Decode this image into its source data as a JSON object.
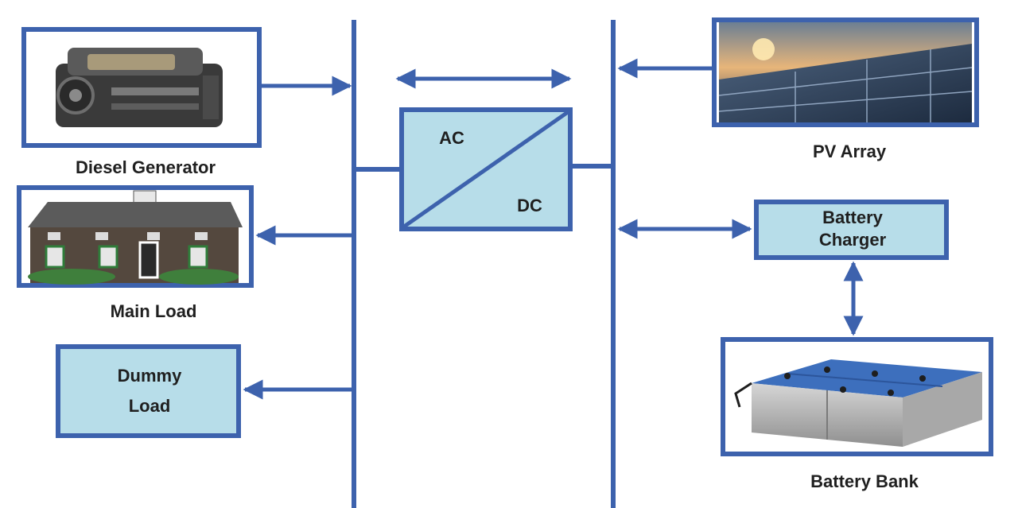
{
  "colors": {
    "line": "#3d62ad",
    "box_fill": "#b7dde9",
    "text": "#1f1f1f"
  },
  "components": {
    "diesel_generator": {
      "label": "Diesel Generator",
      "icon": "engine-icon"
    },
    "main_load": {
      "label": "Main Load",
      "icon": "house-icon"
    },
    "dummy_load": {
      "line1": "Dummy",
      "line2": "Load"
    },
    "converter": {
      "ac": "AC",
      "dc": "DC"
    },
    "pv_array": {
      "label": "PV Array",
      "icon": "solar-panel-icon"
    },
    "battery_charger": {
      "line1": "Battery",
      "line2": "Charger"
    },
    "battery_bank": {
      "label": "Battery Bank",
      "icon": "battery-icon"
    }
  }
}
